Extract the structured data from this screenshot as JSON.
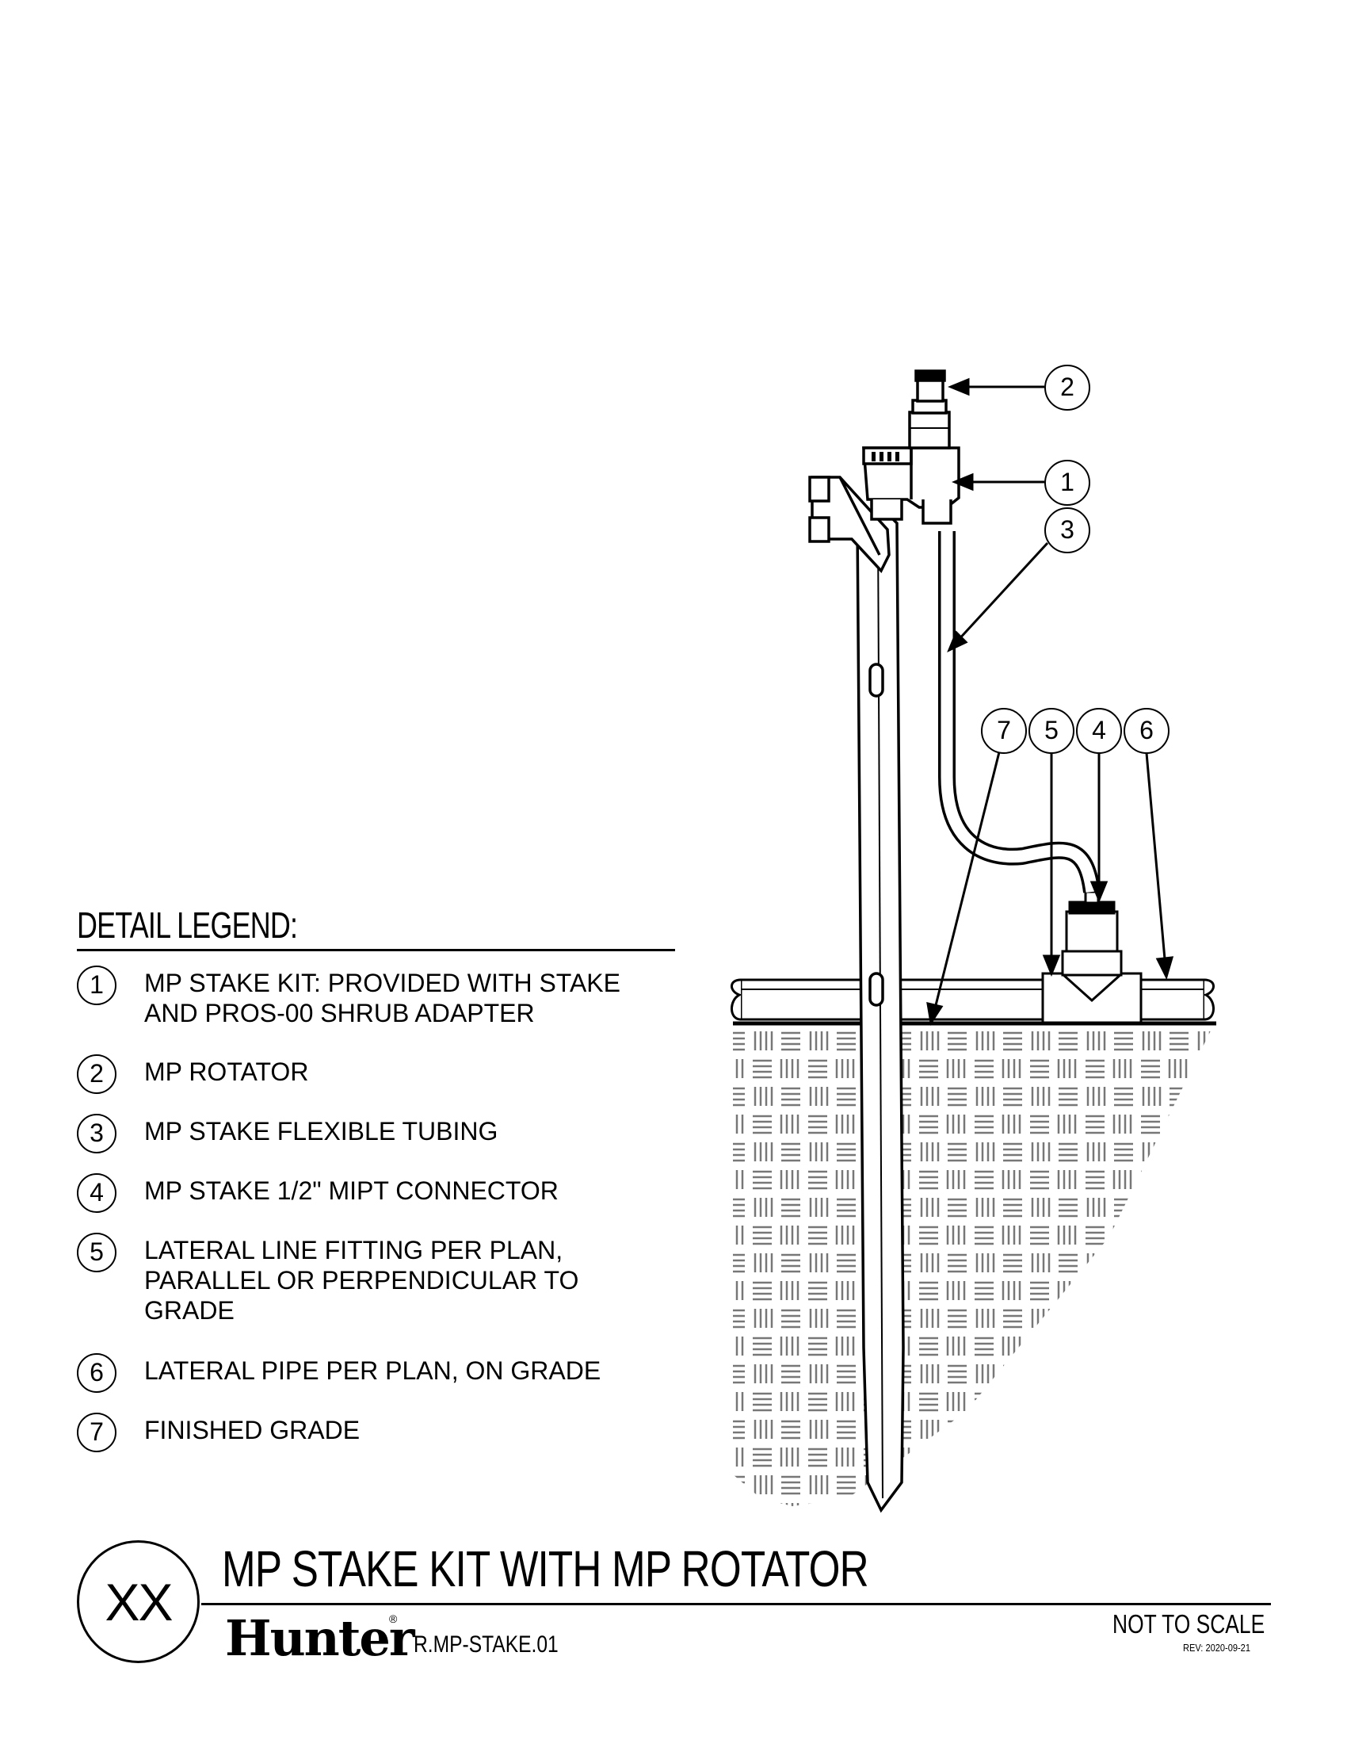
{
  "legend": {
    "title": "DETAIL LEGEND:",
    "items": [
      {
        "num": "1",
        "text": "MP STAKE KIT: PROVIDED WITH STAKE\n AND PROS-00 SHRUB ADAPTER"
      },
      {
        "num": "2",
        "text": "MP ROTATOR"
      },
      {
        "num": "3",
        "text": "MP STAKE FLEXIBLE TUBING"
      },
      {
        "num": "4",
        "text": "MP STAKE 1/2\" MIPT CONNECTOR"
      },
      {
        "num": "5",
        "text": "LATERAL LINE FITTING PER PLAN,\nPARALLEL OR PERPENDICULAR TO\nGRADE"
      },
      {
        "num": "6",
        "text": "LATERAL PIPE PER PLAN, ON GRADE"
      },
      {
        "num": "7",
        "text": "FINISHED GRADE"
      }
    ]
  },
  "callouts": [
    "2",
    "1",
    "3",
    "7",
    "5",
    "4",
    "6"
  ],
  "title_block": {
    "detail_id": "XX",
    "title": "MP STAKE KIT WITH MP ROTATOR",
    "logo": "Hunter",
    "logo_mark": "®",
    "code": "R.MP-STAKE.01",
    "scale": "NOT TO SCALE",
    "revision": "REV: 2020-09-21"
  }
}
